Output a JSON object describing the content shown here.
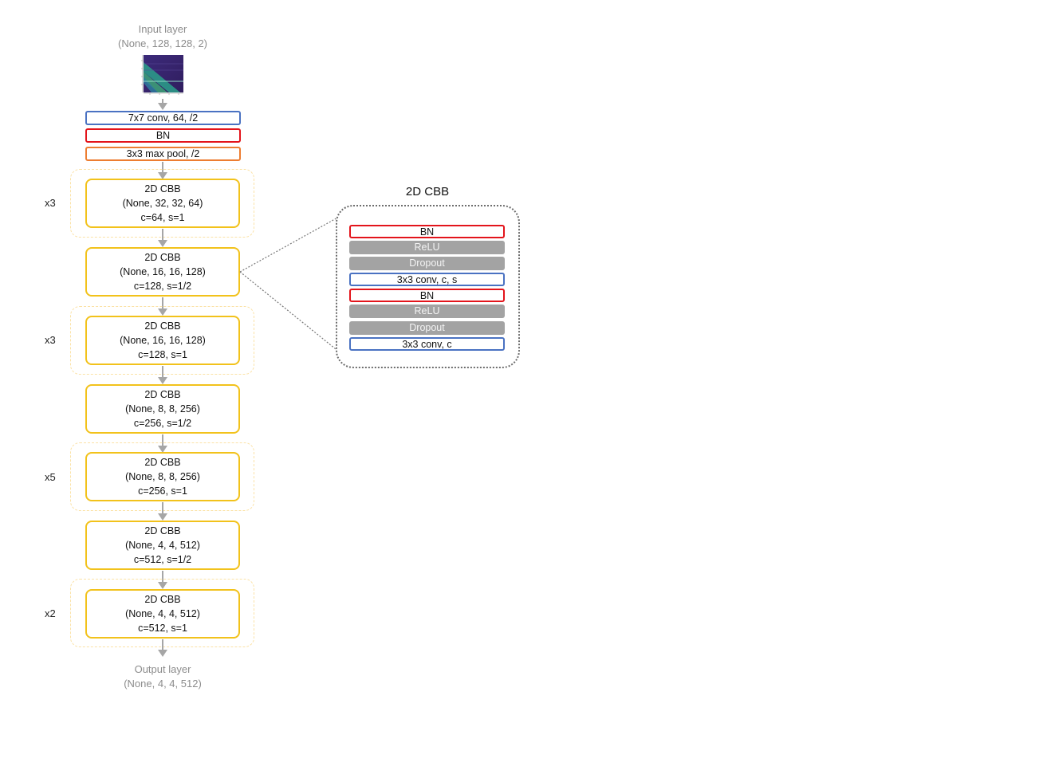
{
  "input": {
    "title": "Input layer",
    "shape": "(None, 128, 128, 2)"
  },
  "stem": {
    "conv": "7x7 conv, 64, /2",
    "bn": "BN",
    "pool": "3x3 max pool, /2"
  },
  "blocks": [
    {
      "name": "2D CBB",
      "shape": "(None, 32, 32, 64)",
      "params": "c=64, s=1",
      "repeat": "x3"
    },
    {
      "name": "2D CBB",
      "shape": "(None, 16, 16, 128)",
      "params": "c=128, s=1/2"
    },
    {
      "name": "2D CBB",
      "shape": "(None, 16, 16, 128)",
      "params": "c=128, s=1",
      "repeat": "x3"
    },
    {
      "name": "2D CBB",
      "shape": "(None, 8, 8, 256)",
      "params": "c=256, s=1/2"
    },
    {
      "name": "2D CBB",
      "shape": "(None, 8, 8, 256)",
      "params": "c=256, s=1",
      "repeat": "x5"
    },
    {
      "name": "2D CBB",
      "shape": "(None, 4, 4, 512)",
      "params": "c=512, s=1/2"
    },
    {
      "name": "2D CBB",
      "shape": "(None, 4, 4, 512)",
      "params": "c=512, s=1",
      "repeat": "x2"
    }
  ],
  "output": {
    "title": "Output layer",
    "shape": "(None, 4, 4, 512)"
  },
  "detail": {
    "title": "2D CBB",
    "layers": [
      {
        "label": "BN",
        "kind": "bn"
      },
      {
        "label": "ReLU",
        "kind": "activation"
      },
      {
        "label": "Dropout",
        "kind": "dropout"
      },
      {
        "label": "3x3 conv, c, s",
        "kind": "conv"
      },
      {
        "label": "BN",
        "kind": "bn"
      },
      {
        "label": "ReLU",
        "kind": "activation"
      },
      {
        "label": "Dropout",
        "kind": "dropout"
      },
      {
        "label": "3x3 conv, c",
        "kind": "conv"
      }
    ]
  },
  "colors": {
    "conv": "#4a72c2",
    "bn": "#e3141b",
    "pool": "#ed7d31",
    "block": "#f2c21b",
    "repeat_group": "#fbe2a6",
    "activation": "#a3a3a3",
    "arrow": "#a6a6a6"
  }
}
